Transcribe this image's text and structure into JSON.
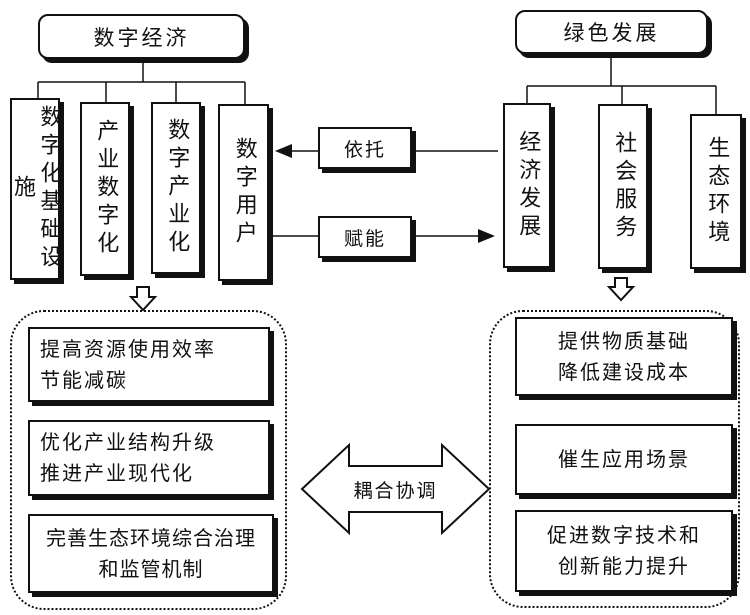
{
  "left_group": {
    "title": "数字经济",
    "items": [
      "数字化基础设施",
      "产业数字化",
      "数字产业化",
      "数字用户"
    ]
  },
  "right_group": {
    "title": "绿色发展",
    "items": [
      "经济发展",
      "社会服务",
      "生态环境"
    ]
  },
  "relations": {
    "top": "依托",
    "bottom": "赋能"
  },
  "left_effects": [
    [
      "提高资源使用效率",
      "节能减碳"
    ],
    [
      "优化产业结构升级",
      "推进产业现代化"
    ],
    [
      "完善生态环境综合治理",
      "和监管机制"
    ]
  ],
  "right_effects": [
    [
      "提供物质基础",
      "降低建设成本"
    ],
    [
      "催生应用场景"
    ],
    [
      "促进数字技术和",
      "创新能力提升"
    ]
  ],
  "center": {
    "label": "耦合协调"
  }
}
